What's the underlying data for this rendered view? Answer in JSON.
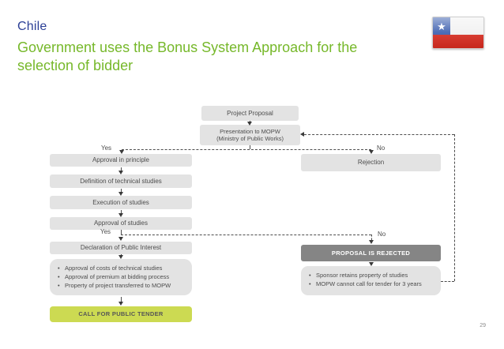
{
  "header": {
    "title": "Chile",
    "subtitle_line1": "Government uses the Bonus System Approach for the",
    "subtitle_line2": "selection of bidder",
    "title_color": "#2b3f96",
    "subtitle_color": "#76b82a"
  },
  "flag": {
    "country": "Chile",
    "star": "★",
    "blue": "#3a5dae",
    "red": "#d62b1f",
    "white": "#f1f1f1"
  },
  "flowchart": {
    "nodes": {
      "project_proposal": "Project Proposal",
      "presentation_line1": "Presentation to MOPW",
      "presentation_line2": "(Ministry of Public Works)",
      "approval_principle": "Approval in principle",
      "definition_studies": "Definition of technical studies",
      "execution_studies": "Execution of studies",
      "approval_studies": "Approval of studies",
      "declaration": "Declaration of Public Interest",
      "rejection": "Rejection",
      "proposal_rejected": "PROPOSAL IS REJECTED",
      "call_tender": "CALL FOR PUBLIC TENDER"
    },
    "labels": {
      "yes1": "Yes",
      "no1": "No",
      "yes2": "Yes",
      "no2": "No"
    },
    "left_bullets": [
      "Approval of costs of technical studies",
      "Approval of premium at bidding process",
      "Property of project transferred to MOPW"
    ],
    "right_bullets": [
      "Sponsor retains property of studies",
      "MOPW cannot call for tender for 3 years"
    ],
    "colors": {
      "box_bg": "#e3e3e3",
      "box_text": "#4d4d4d",
      "dark_box_bg": "#858585",
      "dark_box_text": "#ffffff",
      "green_box_bg": "#ccda52",
      "line": "#4d4d4d"
    }
  },
  "footer": {
    "page_number": "29"
  }
}
